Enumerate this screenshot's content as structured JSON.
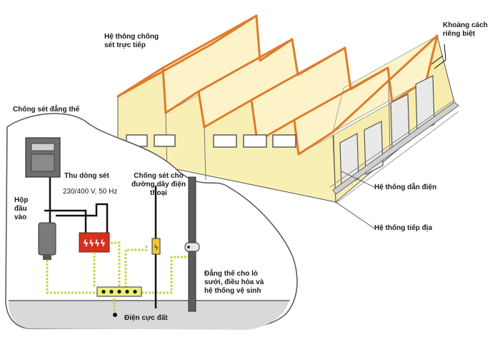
{
  "labels": {
    "direct_lightning": "Hệ thông chống\nsét trực tiếp",
    "separation_distance": "Khoảng cách\nriêng biệt",
    "equipotential_protection": "Chống sét đẳng thế",
    "surge_arrester": "Thu dòng sét",
    "voltage_rating": "230/400 V, 50 Hz",
    "phone_line_protection": "Chống sét cho\nđường dây điện\nthoại",
    "input_box": "Hộp\nđầu\nvào",
    "down_conductor": "Hệ thống dẫn điện",
    "grounding_system": "Hệ thống tiếp địa",
    "equipotential_bonding": "Đẳng thế cho lò\nsưởi, điều hòa và\nhệ thống vệ sinh",
    "earth_electrode": "Điện cực đất"
  },
  "colors": {
    "wall": "#f8efb4",
    "roof": "#fff8d8",
    "roof_edge": "#e07a2c",
    "ground_wire": "#c8d34a",
    "surge_red": "#d63020"
  }
}
